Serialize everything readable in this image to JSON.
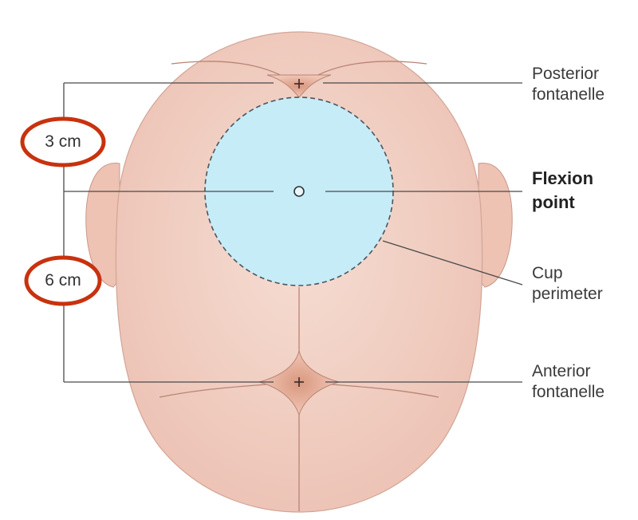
{
  "labels": {
    "posterior": [
      "Posterior",
      "fontanelle"
    ],
    "flexion": [
      "Flexion",
      "point"
    ],
    "cup": [
      "Cup",
      "perimeter"
    ],
    "anterior": [
      "Anterior",
      "fontanelle"
    ]
  },
  "measurements": {
    "upper": "3 cm",
    "lower": "6 cm"
  },
  "colors": {
    "skin": "#f1cfc3",
    "skin_outline": "#c48f7e",
    "cup_fill": "#c6ecf7",
    "highlight_ring": "#c8320e",
    "leader_line": "#4a4a4a"
  }
}
